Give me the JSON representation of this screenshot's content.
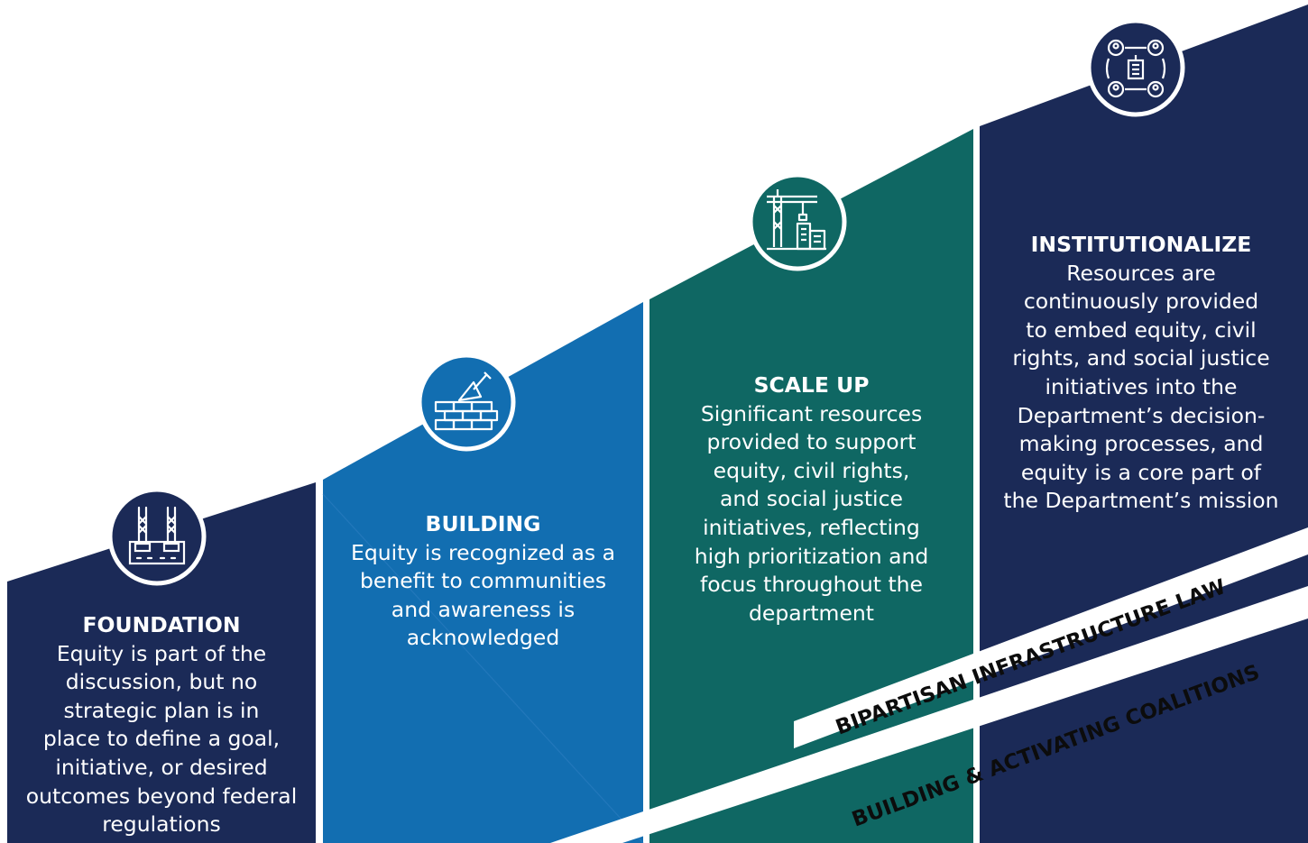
{
  "colors": {
    "navy": "#1b2a57",
    "blue": "#126eb1",
    "teal": "#0f6763",
    "white": "#ffffff"
  },
  "stages": [
    {
      "id": "foundation",
      "icon": "foundation-pillars-icon",
      "title": "FOUNDATION",
      "lines": [
        "Equity is part of the",
        "discussion, but no",
        "strategic plan is in",
        "place to define a goal,",
        "initiative, or desired",
        "outcomes beyond federal",
        "regulations"
      ]
    },
    {
      "id": "building",
      "icon": "brick-wall-trowel-icon",
      "title": "BUILDING",
      "lines": [
        "Equity is recognized as a",
        "benefit to communities",
        "and awareness is",
        "acknowledged"
      ]
    },
    {
      "id": "scale-up",
      "icon": "construction-crane-icon",
      "title": "SCALE UP",
      "lines": [
        "Significant resources",
        "provided to support",
        "equity, civil rights,",
        "and social justice",
        "initiatives, reflecting",
        "high prioritization and",
        "focus throughout the",
        "department"
      ]
    },
    {
      "id": "institutionalize",
      "icon": "people-network-building-icon",
      "title": "INSTITUTIONALIZE",
      "lines": [
        "Resources are",
        "continuously provided",
        "to embed equity, civil",
        "rights, and social justice",
        "initiatives into the",
        "Department’s decision-",
        "making processes, and",
        "equity is a core part of",
        "the Department’s mission"
      ]
    }
  ],
  "ribbons": {
    "upper": "BIPARTISAN INFRASTRUCTURE LAW",
    "lower": "BUILDING & ACTIVATING COALITIONS"
  }
}
